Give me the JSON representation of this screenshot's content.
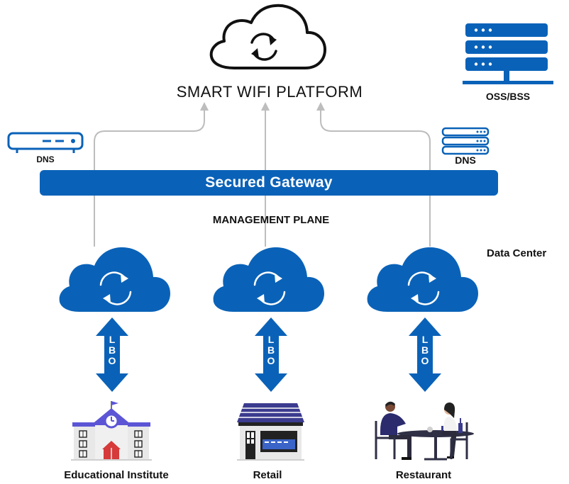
{
  "platform": {
    "title": "SMART WIFI PLATFORM"
  },
  "oss": {
    "label": "OSS/BSS"
  },
  "dns_left": {
    "label": "DNS"
  },
  "dns_right": {
    "label": "DNS"
  },
  "gateway": {
    "label": "Secured Gateway"
  },
  "management_plane": {
    "label": "MANAGEMENT PLANE"
  },
  "data_center": {
    "label": "Data Center"
  },
  "lbo": {
    "letters": [
      "L",
      "B",
      "O"
    ]
  },
  "sites": [
    {
      "label": "Educational Institute",
      "icon": "school-icon"
    },
    {
      "label": "Retail",
      "icon": "store-icon"
    },
    {
      "label": "Restaurant",
      "icon": "restaurant-icon"
    }
  ],
  "colors": {
    "primary_blue": "#0a62b8",
    "connector_gray": "#bdbdbd",
    "roof_purple": "#5b55d6",
    "door_red": "#d63a3a",
    "building_gray": "#e8e8e8"
  }
}
